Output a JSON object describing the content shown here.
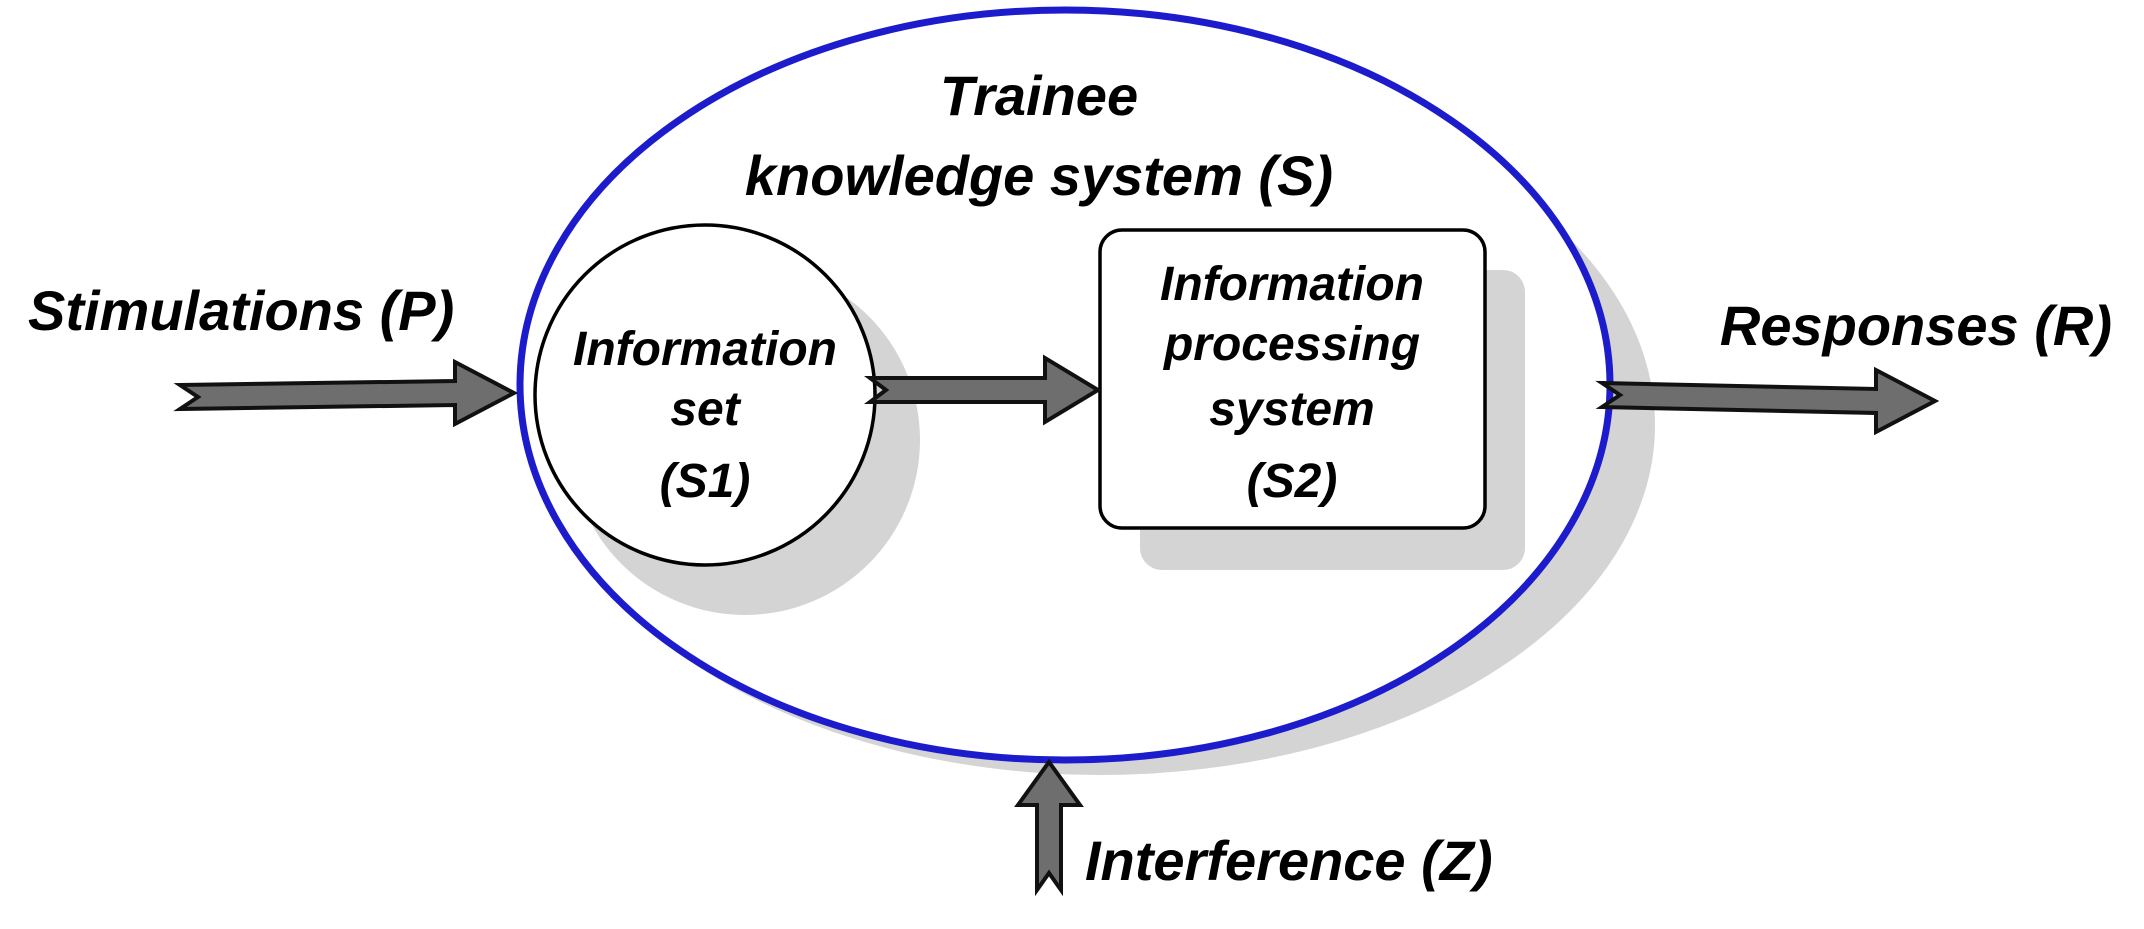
{
  "title": {
    "line1": "Trainee",
    "line2": "knowledge system (S)"
  },
  "inputs": {
    "stimulations": "Stimulations (P)",
    "interference": "Interference (Z)"
  },
  "outputs": {
    "responses": "Responses (R)"
  },
  "nodes": {
    "information_set": {
      "line1": "Information",
      "line2": "set",
      "line3": "(S1)"
    },
    "processing_system": {
      "line1": "Information",
      "line2": "processing",
      "line3": "system",
      "line4": "(S2)"
    }
  },
  "colors": {
    "system_outline": "#1c1ccc",
    "shadow": "#d4d4d4",
    "arrow_fill": "#6e6e6e",
    "arrow_stroke": "#111111",
    "node_stroke": "#000000"
  }
}
